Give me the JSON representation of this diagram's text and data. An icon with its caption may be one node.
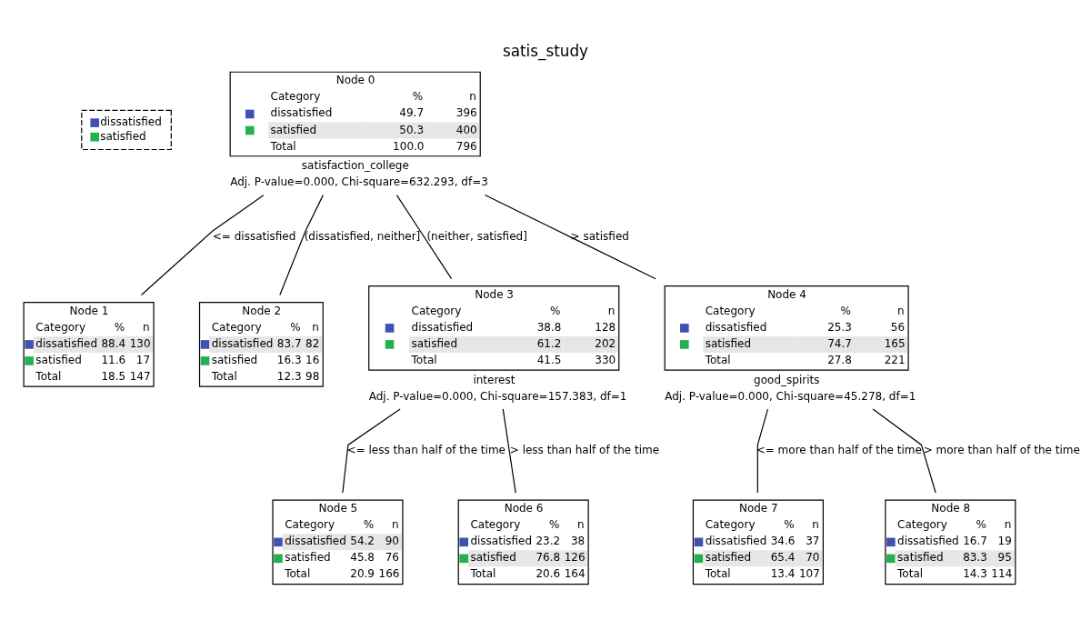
{
  "diagram": {
    "title": "satis_study",
    "nodes": [
      {
        "text": [
          "Node 0",
          "Category",
          "%",
          "n",
          "dissatisfied",
          "49.7",
          "396",
          "satisfied",
          "50.3",
          "400",
          "Total",
          "100.0",
          "796"
        ],
        "beside": [
          "satisfaction_college",
          "Adj. P-value=0.000, Chi-square=632.293, df=3"
        ]
      },
      {
        "text": [
          "Node 1",
          "Category",
          "%",
          "n",
          "dissatisfied",
          "88.4",
          "130",
          "satisfied",
          "11.6",
          "17",
          "Total",
          "18.5",
          "147"
        ]
      },
      {
        "text": [
          "Node 2",
          "Category",
          "%",
          "n",
          "dissatisfied",
          "83.7",
          "82",
          "satisfied",
          "16.3",
          "16",
          "Total",
          "12.3",
          "98"
        ]
      },
      {
        "text": [
          "Node 3",
          "Category",
          "%",
          "n",
          "dissatisfied",
          "38.8",
          "128",
          "satisfied",
          "61.2",
          "202",
          "Total",
          "41.5",
          "330"
        ],
        "beside": [
          "interest",
          "Adj. P-value=0.000, Chi-square=157.383, df=1"
        ]
      },
      {
        "text": [
          "Node 4",
          "Category",
          "%",
          "n",
          "dissatisfied",
          "25.3",
          "56",
          "satisfied",
          "74.7",
          "165",
          "Total",
          "27.8",
          "221"
        ],
        "beside": [
          "good_spirits",
          "Adj. P-value=0.000, Chi-square=45.278, df=1"
        ]
      },
      {
        "text": [
          "Node 5",
          "Category",
          "%",
          "n",
          "dissatisfied",
          "54.2",
          "90",
          "satisfied",
          "45.8",
          "76",
          "Total",
          "20.9",
          "166"
        ]
      },
      {
        "text": [
          "Node 6",
          "Category",
          "%",
          "n",
          "dissatisfied",
          "23.2",
          "38",
          "satisfied",
          "76.8",
          "126",
          "Total",
          "20.6",
          "164"
        ]
      },
      {
        "text": [
          "Node 7",
          "Category",
          "%",
          "n",
          "dissatisfied",
          "34.6",
          "37",
          "satisfied",
          "65.4",
          "70",
          "Total",
          "13.4",
          "107"
        ]
      },
      {
        "text": [
          "Node 8",
          "Category",
          "%",
          "n",
          "dissatisfied",
          "16.7",
          "19",
          "satisfied",
          "83.3",
          "95",
          "Total",
          "14.3",
          "114"
        ]
      }
    ],
    "edges": [
      {
        "from": 0,
        "to": 1,
        "arrow": "none",
        "label": "<= dissatisfied"
      },
      {
        "from": 0,
        "to": 2,
        "arrow": "none",
        "label": "(dissatisfied, neither]"
      },
      {
        "from": 0,
        "to": 3,
        "arrow": "none",
        "label": "(neither, satisfied]"
      },
      {
        "from": 0,
        "to": 4,
        "arrow": "none",
        "label": "> satisfied"
      },
      {
        "from": 3,
        "to": 5,
        "arrow": "none",
        "label": "<= less than half of the time"
      },
      {
        "from": 3,
        "to": 6,
        "arrow": "none",
        "label": "> less than half of the time"
      },
      {
        "from": 4,
        "to": 7,
        "arrow": "none",
        "label": "<= more than half of the time"
      },
      {
        "from": 4,
        "to": 8,
        "arrow": "none",
        "label": "> more than half of the time"
      }
    ],
    "legend": [
      {
        "text": "dissatisfied",
        "color": "#3f51b5"
      },
      {
        "text": "satisfied",
        "color": "#22b14c"
      }
    ]
  }
}
